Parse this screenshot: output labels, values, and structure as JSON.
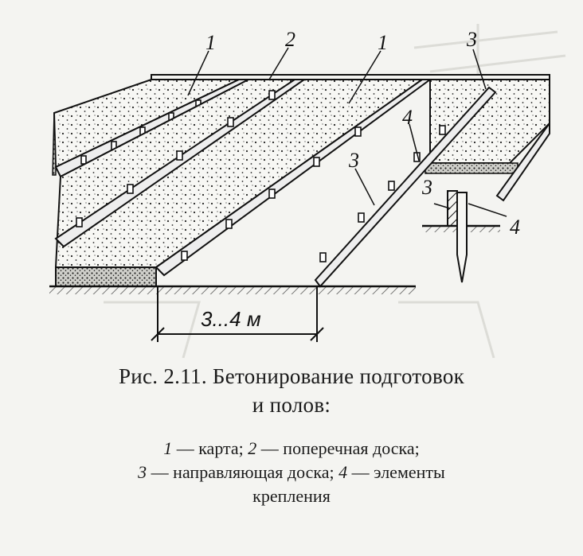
{
  "figure": {
    "callouts": {
      "map_top_left": "1",
      "cross_board": "2",
      "map_top_center": "1",
      "guide_board_top_right": "3",
      "fastening_element_right": "4",
      "guide_board_center": "3",
      "detail_guide_board": "3",
      "detail_fastening": "4"
    },
    "dimension_label": "3...4 м"
  },
  "caption": {
    "title_line1": "Рис. 2.11. Бетонирование подготовок",
    "title_line2": "и полов:",
    "legend": {
      "n1": "1",
      "t1": " — карта;  ",
      "n2": "2",
      "t2": " — поперечная доска;",
      "n3": "3",
      "t3": " — направляющая доска;  ",
      "n4": "4",
      "t4": " — элементы",
      "t5": "крепления"
    }
  },
  "colors": {
    "ink": "#111111",
    "paper": "#f4f4f1",
    "faint": "#d8d8d4"
  }
}
